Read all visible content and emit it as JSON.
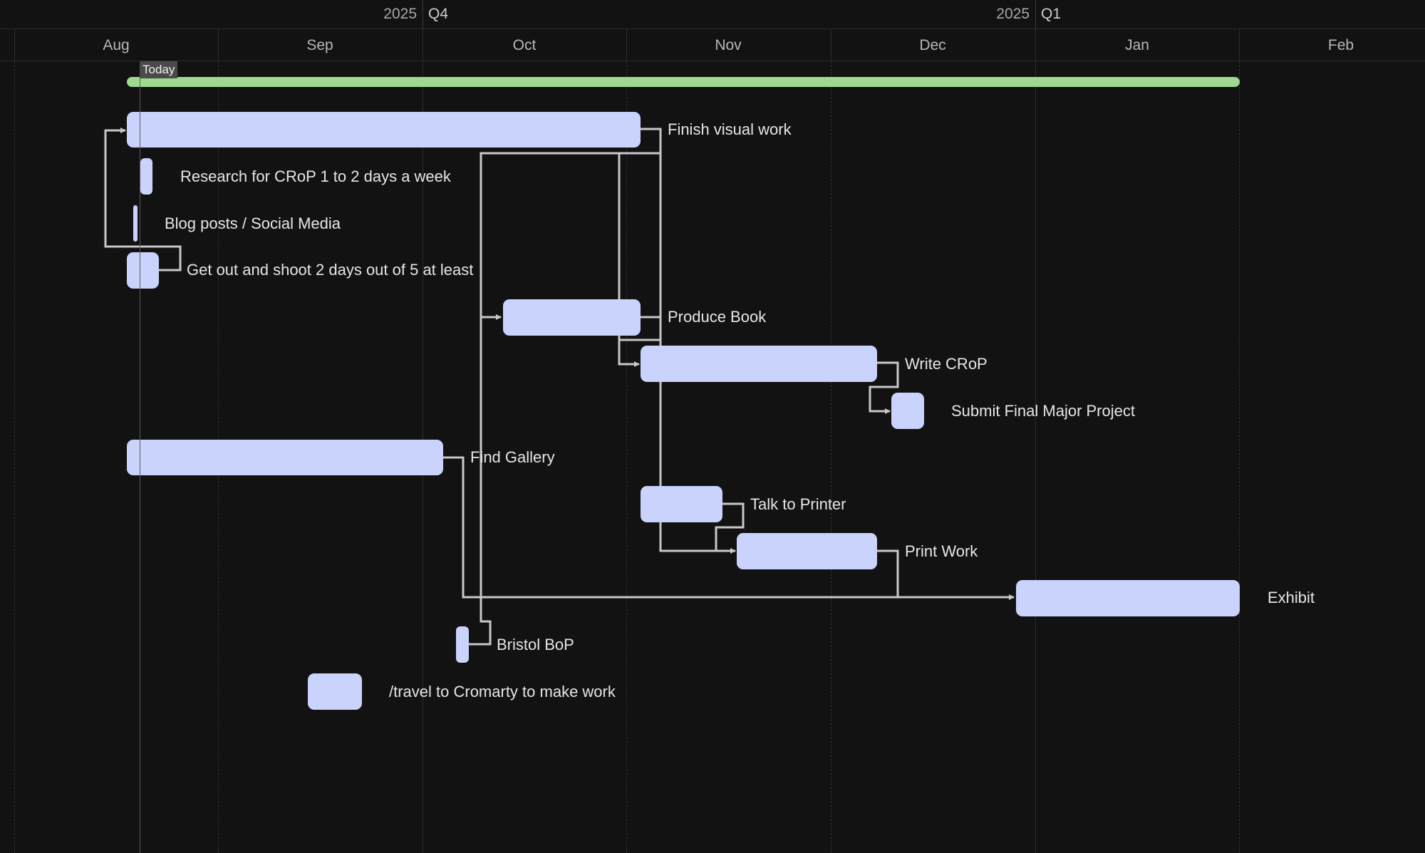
{
  "timeline": {
    "quarters": [
      {
        "year": "2025",
        "name": "Q4"
      },
      {
        "year": "2025",
        "name": "Q1"
      }
    ],
    "months": [
      "Aug",
      "Sep",
      "Oct",
      "Nov",
      "Dec",
      "Jan",
      "Feb"
    ],
    "today_label": "Today"
  },
  "tasks": [
    {
      "label": "Finish visual work"
    },
    {
      "label": "Research for CRoP 1 to 2 days a week"
    },
    {
      "label": "Blog posts / Social Media"
    },
    {
      "label": "Get out and shoot 2 days out of 5 at least"
    },
    {
      "label": "Produce Book"
    },
    {
      "label": "Write CRoP"
    },
    {
      "label": "Submit Final Major Project"
    },
    {
      "label": "Find Gallery"
    },
    {
      "label": "Talk to Printer"
    },
    {
      "label": "Print Work"
    },
    {
      "label": "Exhibit"
    },
    {
      "label": "Bristol BoP"
    },
    {
      "label": "/travel to Cromarty to make work"
    }
  ],
  "colors": {
    "background": "#121212",
    "task_bar": "#c9d3fb",
    "summary_bar": "#9ed98f",
    "dependency_line": "#c8c8c8"
  }
}
